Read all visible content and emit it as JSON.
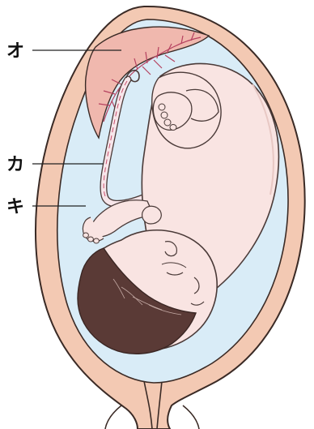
{
  "labels": [
    {
      "id": "o",
      "text": "オ"
    },
    {
      "id": "ka",
      "text": "カ"
    },
    {
      "id": "ki",
      "text": "キ"
    }
  ],
  "colors": {
    "uterine_wall": "#f3c9b3",
    "uterine_wall_outline": "#3a2a25",
    "amniotic_fluid": "#d9ecf7",
    "fetus_skin": "#f9e4e2",
    "fetus_outline": "#4a3a38",
    "hair": "#5a3a36",
    "placenta": "#f0b8ae",
    "placenta_vessels": "#b5415f",
    "umbilical_cord": "#f7e6ea",
    "leader_line": "#222222"
  }
}
